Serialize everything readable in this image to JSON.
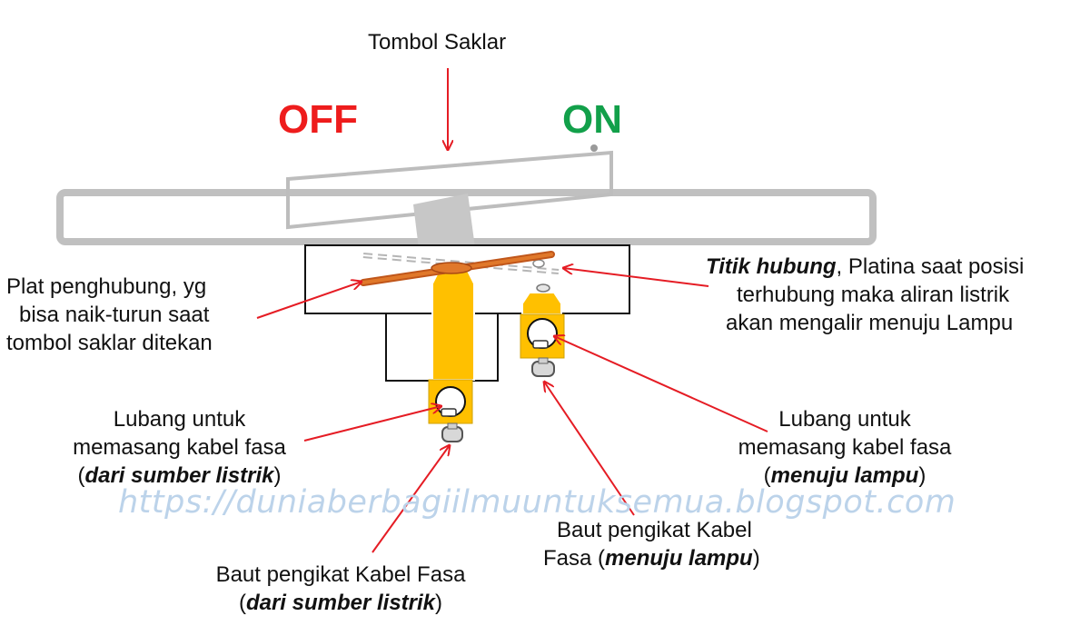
{
  "labels": {
    "button": "Tombol Saklar",
    "off": "OFF",
    "on": "ON",
    "plate": [
      "Plat penghubung, yg",
      "bisa naik-turun  saat",
      "tombol saklar  ditekan"
    ],
    "contact": {
      "em": "Titik hubung",
      "rest": ", Platina saat posisi",
      "line2": "terhubung maka aliran listrik",
      "line3": "akan  mengalir menuju Lampu"
    },
    "hole_source": {
      "line1": "Lubang untuk",
      "line2": "memasang kabel fasa",
      "open": "(",
      "em": "dari sumber listrik",
      "close": ")"
    },
    "hole_lamp": {
      "line1": "Lubang untuk",
      "line2": "memasang kabel fasa",
      "open": "(",
      "em": "menuju lampu",
      "close": ")"
    },
    "bolt_lamp": {
      "line1": "Baut pengikat Kabel",
      "pre": "Fasa (",
      "em": "menuju lampu",
      "close": ")"
    },
    "bolt_source": {
      "line1": "Baut pengikat Kabel Fasa",
      "open": "(",
      "em": "dari sumber listrik",
      "close": ")"
    }
  },
  "watermark": "https://duniaberbagiilmuuntuksemua.blogspot.com",
  "colors": {
    "off": "#ee1c1c",
    "on": "#12a04a",
    "arrow": "#e51c24",
    "terminal": "#ffc000",
    "plate": "#d4691c",
    "housing": "#c0c0c0",
    "rocker": "#b8b8b8",
    "watermark": "#bcd3ea"
  }
}
